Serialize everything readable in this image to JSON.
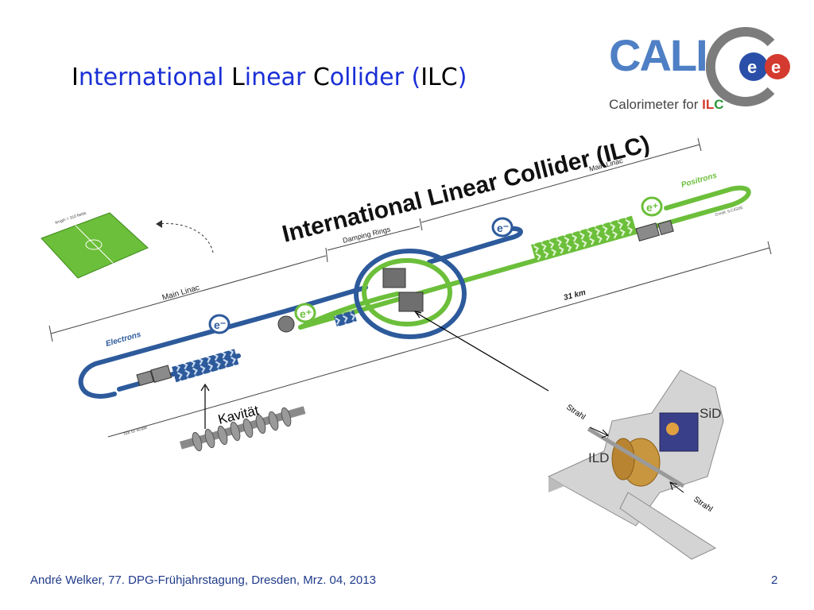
{
  "slide": {
    "title_parts": [
      {
        "text": "I",
        "style": "init"
      },
      {
        "text": "nternational ",
        "style": "rest"
      },
      {
        "text": "L",
        "style": "init"
      },
      {
        "text": "inear ",
        "style": "rest"
      },
      {
        "text": "C",
        "style": "init"
      },
      {
        "text": "ollider (",
        "style": "rest"
      },
      {
        "text": "ILC",
        "style": "init"
      },
      {
        "text": ")",
        "style": "rest"
      }
    ],
    "footer": "André Welker, 77. DPG-Frühjahrstagung, Dresden, Mrz. 04, 2013",
    "page_number": "2"
  },
  "logo": {
    "main": "CALI",
    "subtitle_prefix": "Calorimeter for ",
    "subtitle_il": "IL",
    "subtitle_c": "C"
  },
  "diagram": {
    "banner": "International Linear Collider (ILC)",
    "main_linac_left": "Main Linac",
    "main_linac_right": "Main Linac",
    "damping_rings": "Damping Rings",
    "electrons": "Electrons",
    "positrons": "Positrons",
    "length": "31 km",
    "field_note": "length > 310 fields",
    "not_to_scale": "not to scale",
    "credit": "Credit: ILC/GDE",
    "e_minus": "e⁻",
    "e_plus": "e⁺",
    "cavity_label": "Kavität",
    "beam_label_1": "Strahl",
    "beam_label_2": "Strahl",
    "sid_label": "SiD",
    "ild_label": "ILD"
  },
  "colors": {
    "electron_line": "#2d5a9b",
    "positron_line": "#7ac943",
    "title_blue": "#1a2fd6",
    "footer_blue": "#1f3a8a",
    "field_green": "#6cbf3a"
  }
}
